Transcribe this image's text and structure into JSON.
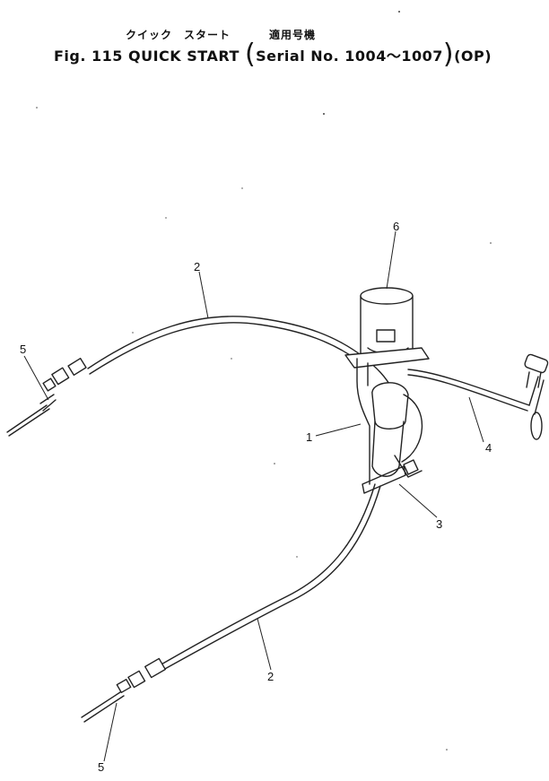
{
  "title": {
    "japanese_name": "クイック　スタート",
    "japanese_applicable": "適用号機",
    "figure": "Fig. 115",
    "name": "QUICK START",
    "serial": "Serial No. 1004～1007",
    "option": "(OP)"
  },
  "callouts": {
    "c1": "1",
    "c2_upper": "2",
    "c2_lower": "2",
    "c3": "3",
    "c4": "4",
    "c5_upper": "5",
    "c5_lower": "5",
    "c6": "6"
  }
}
